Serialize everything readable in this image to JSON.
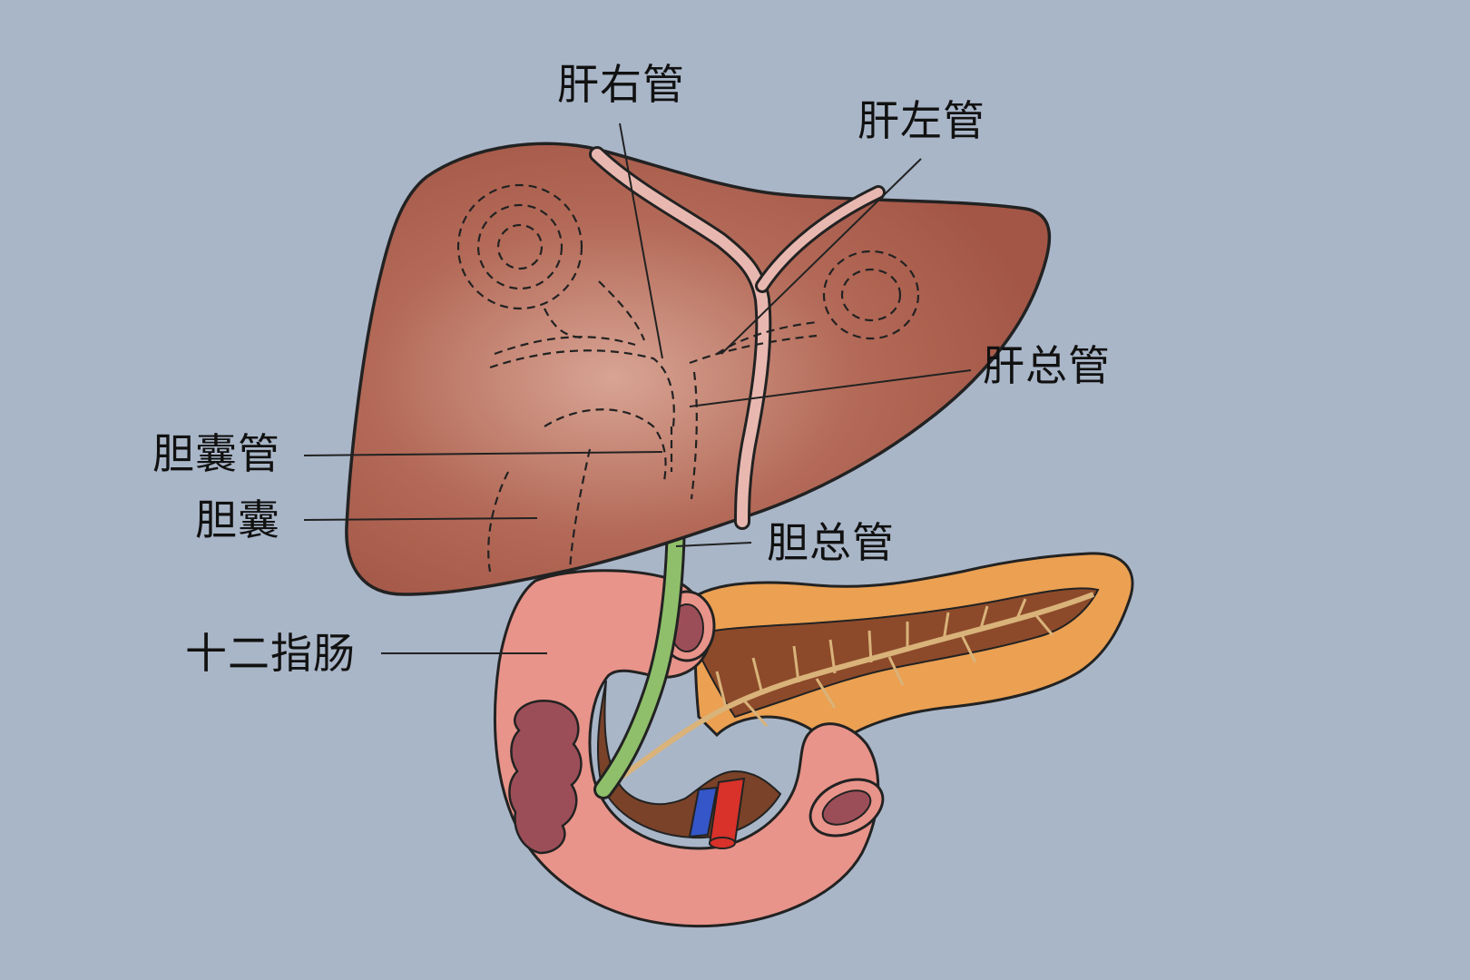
{
  "labels": {
    "right_hepatic_duct": "肝右管",
    "left_hepatic_duct": "肝左管",
    "common_hepatic_duct": "肝总管",
    "cystic_duct": "胆囊管",
    "gallbladder": "胆囊",
    "common_bile_duct": "胆总管",
    "duodenum": "十二指肠"
  },
  "colors": {
    "background": "#a9b6c8",
    "liver": "#a85a4a",
    "liver_highlight": "#d8a494",
    "vessel": "#e8b8b0",
    "bile_duct": "#8fbf6a",
    "duodenum": "#e8948a",
    "duodenum_inner": "#9c4e58",
    "pancreas": "#eba052",
    "pancreas_inner": "#8c4a2a",
    "artery": "#d8322a",
    "vein": "#3456c8"
  }
}
